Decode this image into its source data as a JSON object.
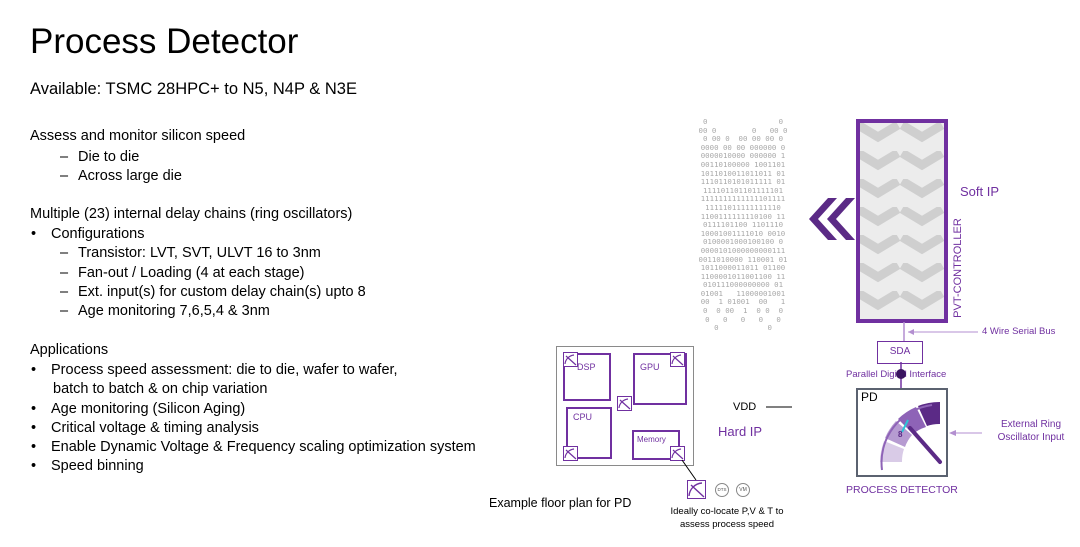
{
  "title": "Process Detector",
  "subtitle": "Available: TSMC 28HPC+ to N5, N4P & N3E",
  "sections": {
    "assess": {
      "heading": "Assess and monitor silicon speed",
      "items": [
        "Die to die",
        "Across large die"
      ]
    },
    "chains": {
      "heading": "Multiple (23) internal delay chains (ring oscillators)",
      "config_label": "Configurations",
      "items": [
        "Transistor: LVT, SVT, ULVT 16 to 3nm",
        "Fan-out / Loading (4 at each stage)",
        "Ext. input(s) for custom delay chain(s) upto 8",
        "Age monitoring 7,6,5,4 & 3nm"
      ]
    },
    "applications": {
      "heading": "Applications",
      "items": [
        "Process speed assessment: die to die, wafer to wafer,",
        "batch to batch  & on chip variation",
        "Age monitoring (Silicon Aging)",
        "Critical voltage & timing analysis",
        "Enable Dynamic Voltage & Frequency scaling optimization system",
        "Speed binning"
      ]
    }
  },
  "diagram": {
    "binary_rows": [
      "0                0",
      "00 0        0   00 0",
      "0 00 0  00 00 00 0",
      "0000 00 00 000000 0",
      "0000010000 000000 1",
      "00110100000 1001101",
      "1011010011011011 01",
      "1110110101011111 01",
      "111101101101111101",
      "1111111111111101111",
      "11111011111111110",
      "1100111111110100 11",
      "0111101100 1101110",
      "10001001111010 0010",
      "0100001000100100 0",
      "0000101000000000111",
      "0011010000 110001 01",
      "1011000011011 01100",
      "1100001011001100 11",
      "010111000000000 01",
      "01001   11000001001",
      "00  1 01001  00   1",
      "0  0 00  1  0 0  0",
      "0   0   0   0   0",
      "0           0"
    ],
    "controller_label": "PVT-CONTROLLER",
    "soft_ip": "Soft IP",
    "serial_bus": "4 Wire Serial Bus",
    "sda": "SDA",
    "parallel_interface": "Parallel Digital Interface",
    "pd_label": "PD",
    "gauge_value": "8",
    "external_input": [
      "External Ring",
      "Oscillator Input"
    ],
    "process_detector": "PROCESS DETECTOR",
    "vdd": "VDD",
    "hard_ip": "Hard IP",
    "floorplan": {
      "blocks": [
        "DSP",
        "GPU",
        "CPU",
        "Memory"
      ],
      "caption": "Example floor plan for PD",
      "mini_icons": [
        "DTS",
        "VM"
      ],
      "note": [
        "Ideally co-locate P,V & T to",
        "assess process speed"
      ]
    },
    "colors": {
      "accent": "#7030a0",
      "gauge_dark": "#5b2a86",
      "cyan": "#2ec4d6"
    }
  }
}
